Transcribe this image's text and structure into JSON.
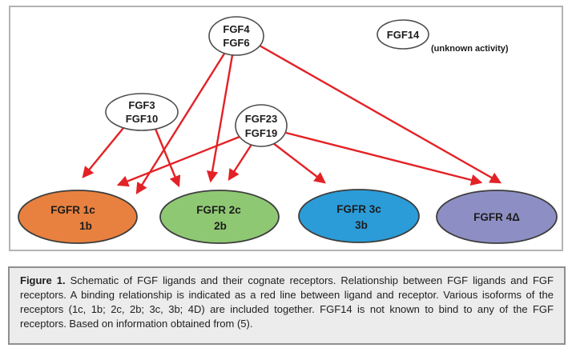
{
  "diagram": {
    "ligands": {
      "fgf4_6": {
        "line1": "FGF4",
        "line2": "FGF6"
      },
      "fgf3_10": {
        "line1": "FGF3",
        "line2": "FGF10"
      },
      "fgf23_19": {
        "line1": "FGF23",
        "line2": "FGF19"
      },
      "fgf14": {
        "line1": "FGF14",
        "note": "(unknown activity)"
      }
    },
    "receptors": {
      "fgfr1": {
        "line1": "FGFR 1c",
        "line2": "1b",
        "color": "#e8813f"
      },
      "fgfr2": {
        "line1": "FGFR 2c",
        "line2": "2b",
        "color": "#8fc873"
      },
      "fgfr3": {
        "line1": "FGFR 3c",
        "line2": "3b",
        "color": "#2b9cd8"
      },
      "fgfr4": {
        "line1": "FGFR 4Δ",
        "color": "#8d8fc4"
      }
    },
    "binding_color": "#e32226",
    "bindings": [
      {
        "ligand": "FGF4/FGF6",
        "receptor": "FGFR 1c/1b"
      },
      {
        "ligand": "FGF4/FGF6",
        "receptor": "FGFR 2c/2b"
      },
      {
        "ligand": "FGF4/FGF6",
        "receptor": "FGFR 4Δ"
      },
      {
        "ligand": "FGF3/FGF10",
        "receptor": "FGFR 1c/1b"
      },
      {
        "ligand": "FGF3/FGF10",
        "receptor": "FGFR 2c/2b"
      },
      {
        "ligand": "FGF23/FGF19",
        "receptor": "FGFR 1c/1b"
      },
      {
        "ligand": "FGF23/FGF19",
        "receptor": "FGFR 2c/2b"
      },
      {
        "ligand": "FGF23/FGF19",
        "receptor": "FGFR 3c/3b"
      },
      {
        "ligand": "FGF23/FGF19",
        "receptor": "FGFR 4Δ"
      }
    ]
  },
  "caption": {
    "label": "Figure 1.",
    "text": " Schematic of FGF ligands and their cognate receptors. Relationship between FGF ligands and FGF receptors. A binding relationship is indicated as a red line between ligand and receptor. Various isoforms of the receptors (1c, 1b; 2c, 2b; 3c, 3b; 4D) are included together. FGF14 is not known to bind to any of the FGF receptors. Based on information obtained from (5)."
  }
}
